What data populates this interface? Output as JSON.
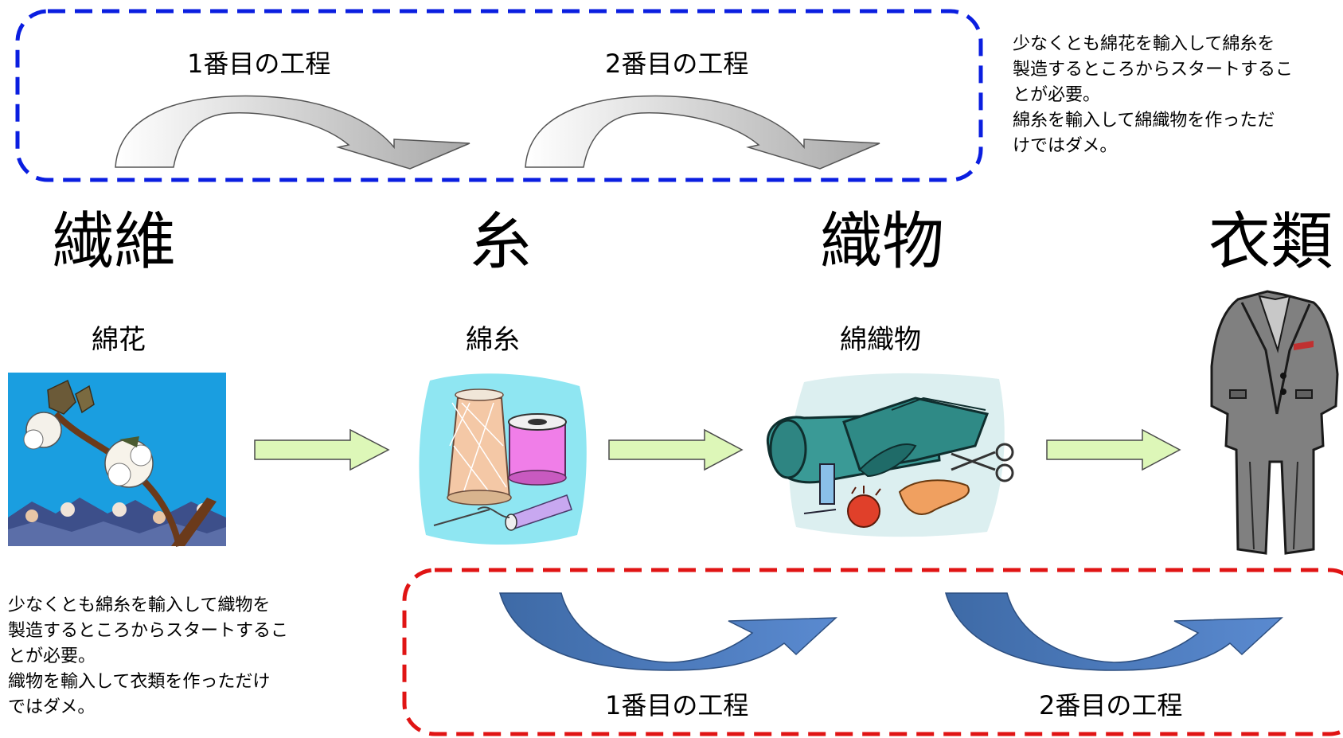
{
  "upper_group": {
    "step1_label": "1番目の工程",
    "step2_label": "2番目の工程",
    "note_lines": [
      "少なくとも綿花を輸入して綿糸を",
      "製造するところからスタートするこ",
      "とが必要。",
      "綿糸を輸入して綿織物を作っただ",
      "けではダメ。"
    ],
    "border_color": "#0a1ee0"
  },
  "lower_group": {
    "step1_label": "1番目の工程",
    "step2_label": "2番目の工程",
    "note_lines": [
      "少なくとも綿糸を輸入して織物を",
      "製造するところからスタートするこ",
      "とが必要。",
      "織物を輸入して衣類を作っただけ",
      "ではダメ。"
    ],
    "border_color": "#e01414"
  },
  "stages": [
    {
      "category": "繊維",
      "item": "綿花",
      "image": "cotton-plant"
    },
    {
      "category": "糸",
      "item": "綿糸",
      "image": "thread-spools"
    },
    {
      "category": "織物",
      "item": "綿織物",
      "image": "fabric-rolls"
    },
    {
      "category": "衣類",
      "item": "",
      "image": "suit"
    }
  ],
  "colors": {
    "flow_arrow_fill": "#ddf7b8",
    "flow_arrow_stroke": "#4a4a4a",
    "upper_curve_fill": "#c8c8c8",
    "lower_curve_fill": "#4a78b8"
  }
}
